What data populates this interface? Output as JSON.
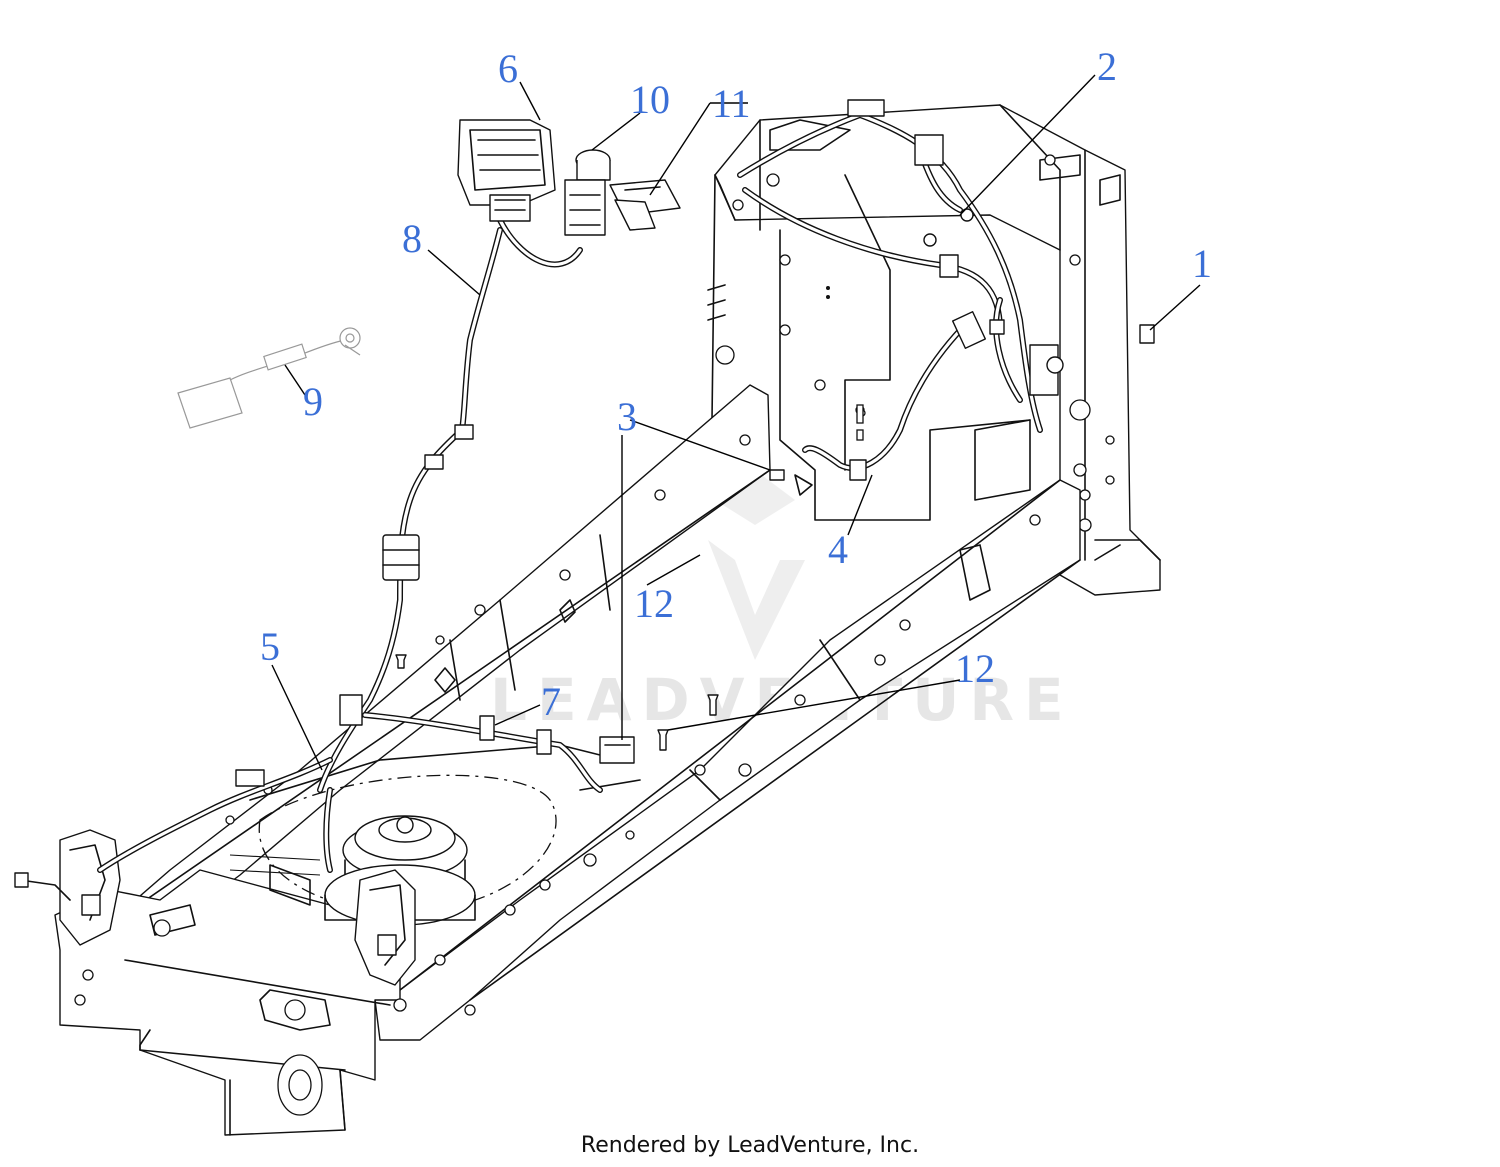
{
  "diagram": {
    "callouts": [
      {
        "id": "1",
        "label": "1"
      },
      {
        "id": "2",
        "label": "2"
      },
      {
        "id": "3",
        "label": "3"
      },
      {
        "id": "4",
        "label": "4"
      },
      {
        "id": "5",
        "label": "5"
      },
      {
        "id": "6",
        "label": "6"
      },
      {
        "id": "7",
        "label": "7"
      },
      {
        "id": "8",
        "label": "8"
      },
      {
        "id": "9",
        "label": "9"
      },
      {
        "id": "10",
        "label": "10"
      },
      {
        "id": "11",
        "label": "11"
      },
      {
        "id": "12a",
        "label": "12"
      },
      {
        "id": "12b",
        "label": "12"
      }
    ],
    "label_color": "#3b6fd6",
    "watermark_text": "LEADVENTURE"
  },
  "footer": {
    "text": "Rendered by LeadVenture, Inc."
  }
}
